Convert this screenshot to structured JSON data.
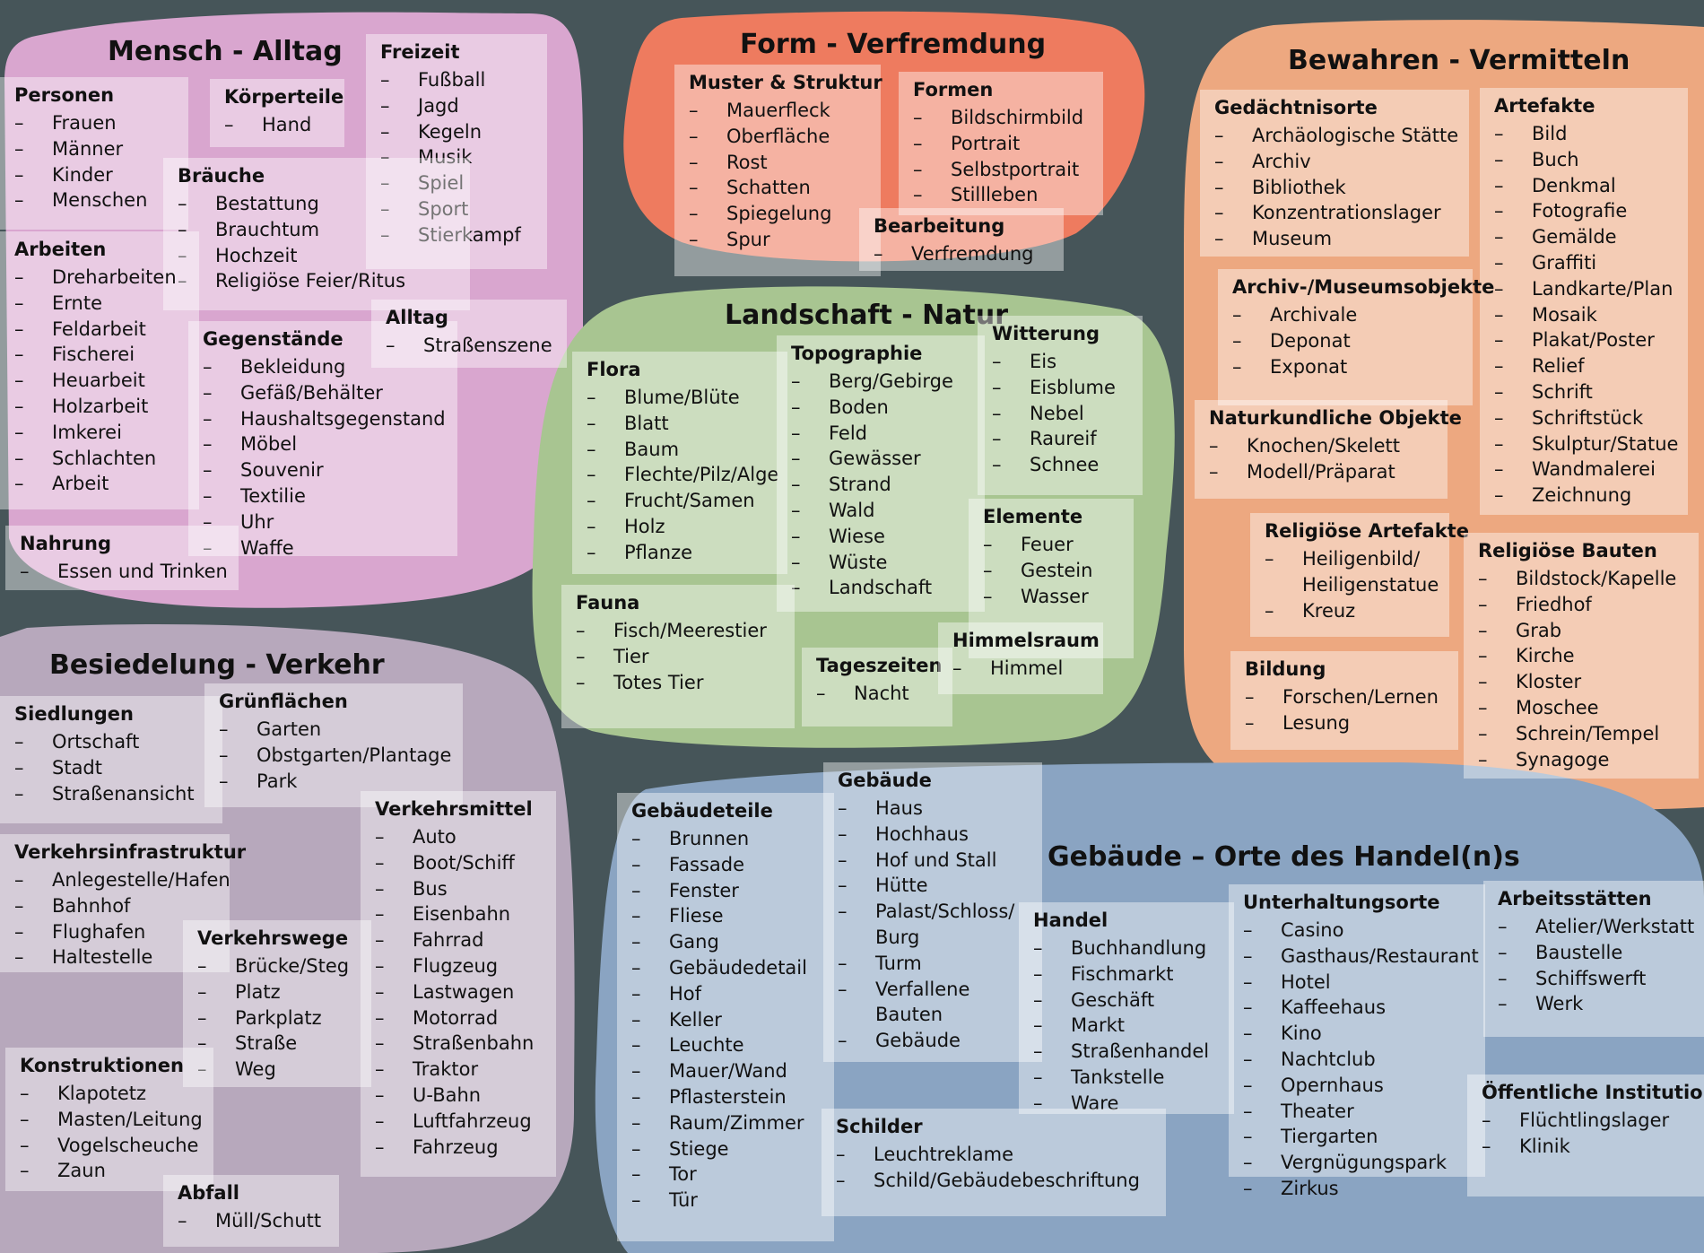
{
  "colors": {
    "background": "#465559",
    "mensch": "#d9a6cf",
    "form": "#ee7b5f",
    "bewahren": "#eda880",
    "landschaft": "#a8c591",
    "besiedelung": "#b7a8bc",
    "gebaeude": "#8aa4c2"
  },
  "regions": [
    {
      "id": "mensch",
      "title": "Mensch - Alltag",
      "groups": [
        {
          "title": "Personen",
          "items": [
            "Frauen",
            "Männer",
            "Kinder",
            "Menschen"
          ]
        },
        {
          "title": "Körperteile",
          "items": [
            "Hand"
          ]
        },
        {
          "title": "Freizeit",
          "items": [
            "Fußball",
            "Jagd",
            "Kegeln",
            "Musik",
            "Spiel",
            "Sport",
            "Stierkampf"
          ]
        },
        {
          "title": "Bräuche",
          "items": [
            "Bestattung",
            "Brauchtum",
            "Hochzeit",
            "Religiöse Feier/Ritus"
          ]
        },
        {
          "title": "Arbeiten",
          "items": [
            "Dreharbeiten",
            "Ernte",
            "Feldarbeit",
            "Fischerei",
            "Heuarbeit",
            "Holzarbeit",
            "Imkerei",
            "Schlachten",
            "Arbeit"
          ]
        },
        {
          "title": "Gegenstände",
          "items": [
            "Bekleidung",
            "Gefäß/Behälter",
            "Haushaltsgegenstand",
            "Möbel",
            "Souvenir",
            "Textilie",
            "Uhr",
            "Waffe"
          ]
        },
        {
          "title": "Alltag",
          "items": [
            "Straßenszene"
          ]
        },
        {
          "title": "Nahrung",
          "items": [
            "Essen und Trinken"
          ]
        }
      ]
    },
    {
      "id": "form",
      "title": "Form - Verfremdung",
      "groups": [
        {
          "title": "Muster & Struktur",
          "items": [
            "Mauerfleck",
            "Oberfläche",
            "Rost",
            "Schatten",
            "Spiegelung",
            "Spur"
          ]
        },
        {
          "title": "Formen",
          "items": [
            "Bildschirmbild",
            "Portrait",
            "Selbstportrait",
            "Stillleben"
          ]
        },
        {
          "title": "Bearbeitung",
          "items": [
            "Verfremdung"
          ]
        }
      ]
    },
    {
      "id": "bewahren",
      "title": "Bewahren - Vermitteln",
      "groups": [
        {
          "title": "Gedächtnisorte",
          "items": [
            "Archäologische Stätte",
            "Archiv",
            "Bibliothek",
            "Konzentrationslager",
            "Museum"
          ]
        },
        {
          "title": "Artefakte",
          "items": [
            "Bild",
            "Buch",
            "Denkmal",
            "Fotografie",
            "Gemälde",
            "Graffiti",
            "Landkarte/Plan",
            "Mosaik",
            "Plakat/Poster",
            "Relief",
            "Schrift",
            "Schriftstück",
            "Skulptur/Statue",
            "Wandmalerei",
            "Zeichnung"
          ]
        },
        {
          "title": "Archiv-/Museumsobjekte",
          "items": [
            "Archivale",
            "Deponat",
            "Exponat"
          ]
        },
        {
          "title": "Naturkundliche Objekte",
          "items": [
            "Knochen/Skelett",
            "Modell/Präparat"
          ]
        },
        {
          "title": "Religiöse Artefakte",
          "items": [
            "Heiligenbild/\nHeiligenstatue",
            "Kreuz"
          ]
        },
        {
          "title": "Religiöse Bauten",
          "items": [
            "Bildstock/Kapelle",
            "Friedhof",
            "Grab",
            "Kirche",
            "Kloster",
            "Moschee",
            "Schrein/Tempel",
            "Synagoge"
          ]
        },
        {
          "title": "Bildung",
          "items": [
            "Forschen/Lernen",
            "Lesung"
          ]
        }
      ]
    },
    {
      "id": "landschaft",
      "title": "Landschaft - Natur",
      "groups": [
        {
          "title": "Flora",
          "items": [
            "Blume/Blüte",
            "Blatt",
            "Baum",
            "Flechte/Pilz/Alge",
            "Frucht/Samen",
            "Holz",
            "Pflanze"
          ]
        },
        {
          "title": "Topographie",
          "items": [
            "Berg/Gebirge",
            "Boden",
            "Feld",
            "Gewässer",
            "Strand",
            "Wald",
            "Wiese",
            "Wüste",
            "Landschaft"
          ]
        },
        {
          "title": "Witterung",
          "items": [
            "Eis",
            "Eisblume",
            "Nebel",
            "Raureif",
            "Schnee"
          ]
        },
        {
          "title": "Elemente",
          "items": [
            "Feuer",
            "Gestein",
            "Wasser"
          ]
        },
        {
          "title": "Fauna",
          "items": [
            "Fisch/Meerestier",
            "Tier",
            "Totes Tier"
          ]
        },
        {
          "title": "Tageszeiten",
          "items": [
            "Nacht"
          ]
        },
        {
          "title": "Himmelsraum",
          "items": [
            "Himmel"
          ]
        }
      ]
    },
    {
      "id": "besiedelung",
      "title": "Besiedelung - Verkehr",
      "groups": [
        {
          "title": "Siedlungen",
          "items": [
            "Ortschaft",
            "Stadt",
            "Straßenansicht"
          ]
        },
        {
          "title": "Grünflächen",
          "items": [
            "Garten",
            "Obstgarten/Plantage",
            "Park"
          ]
        },
        {
          "title": "Verkehrsmittel",
          "items": [
            "Auto",
            "Boot/Schiff",
            "Bus",
            "Eisenbahn",
            "Fahrrad",
            "Flugzeug",
            "Lastwagen",
            "Motorrad",
            "Straßenbahn",
            "Traktor",
            "U-Bahn",
            "Luftfahrzeug",
            "Fahrzeug"
          ]
        },
        {
          "title": "Verkehrsinfrastruktur",
          "items": [
            "Anlegestelle/Hafen",
            "Bahnhof",
            "Flughafen",
            "Haltestelle"
          ]
        },
        {
          "title": "Verkehrswege",
          "items": [
            "Brücke/Steg",
            "Platz",
            "Parkplatz",
            "Straße",
            "Weg"
          ]
        },
        {
          "title": "Konstruktionen",
          "items": [
            "Klapotetz",
            "Masten/Leitung",
            "Vogelscheuche",
            "Zaun"
          ]
        },
        {
          "title": "Abfall",
          "items": [
            "Müll/Schutt"
          ]
        }
      ]
    },
    {
      "id": "gebaeude",
      "title": "Gebäude – Orte des Handel(n)s",
      "groups": [
        {
          "title": "Gebäudeteile",
          "items": [
            "Brunnen",
            "Fassade",
            "Fenster",
            "Fliese",
            "Gang",
            "Gebäudedetail",
            "Hof",
            "Keller",
            "Leuchte",
            "Mauer/Wand",
            "Pflasterstein",
            "Raum/Zimmer",
            "Stiege",
            "Tor",
            "Tür"
          ]
        },
        {
          "title": "Gebäude",
          "items": [
            "Haus",
            "Hochhaus",
            "Hof und Stall",
            "Hütte",
            "Palast/Schloss/\nBurg",
            "Turm",
            "Verfallene\nBauten",
            "Gebäude"
          ]
        },
        {
          "title": "Handel",
          "items": [
            "Buchhandlung",
            "Fischmarkt",
            "Geschäft",
            "Markt",
            "Straßenhandel",
            "Tankstelle",
            "Ware"
          ]
        },
        {
          "title": "Unterhaltungsorte",
          "items": [
            "Casino",
            "Gasthaus/Restaurant",
            "Hotel",
            "Kaffeehaus",
            "Kino",
            "Nachtclub",
            "Opernhaus",
            "Theater",
            "Tiergarten",
            "Vergnügungspark",
            "Zirkus"
          ]
        },
        {
          "title": "Arbeitsstätten",
          "items": [
            "Atelier/Werkstatt",
            "Baustelle",
            "Schiffswerft",
            "Werk"
          ]
        },
        {
          "title": "Öffentliche Institutionen",
          "items": [
            "Flüchtlingslager",
            "Klinik"
          ]
        },
        {
          "title": "Schilder",
          "items": [
            "Leuchtreklame",
            "Schild/Gebäudebeschriftung"
          ]
        }
      ]
    }
  ]
}
